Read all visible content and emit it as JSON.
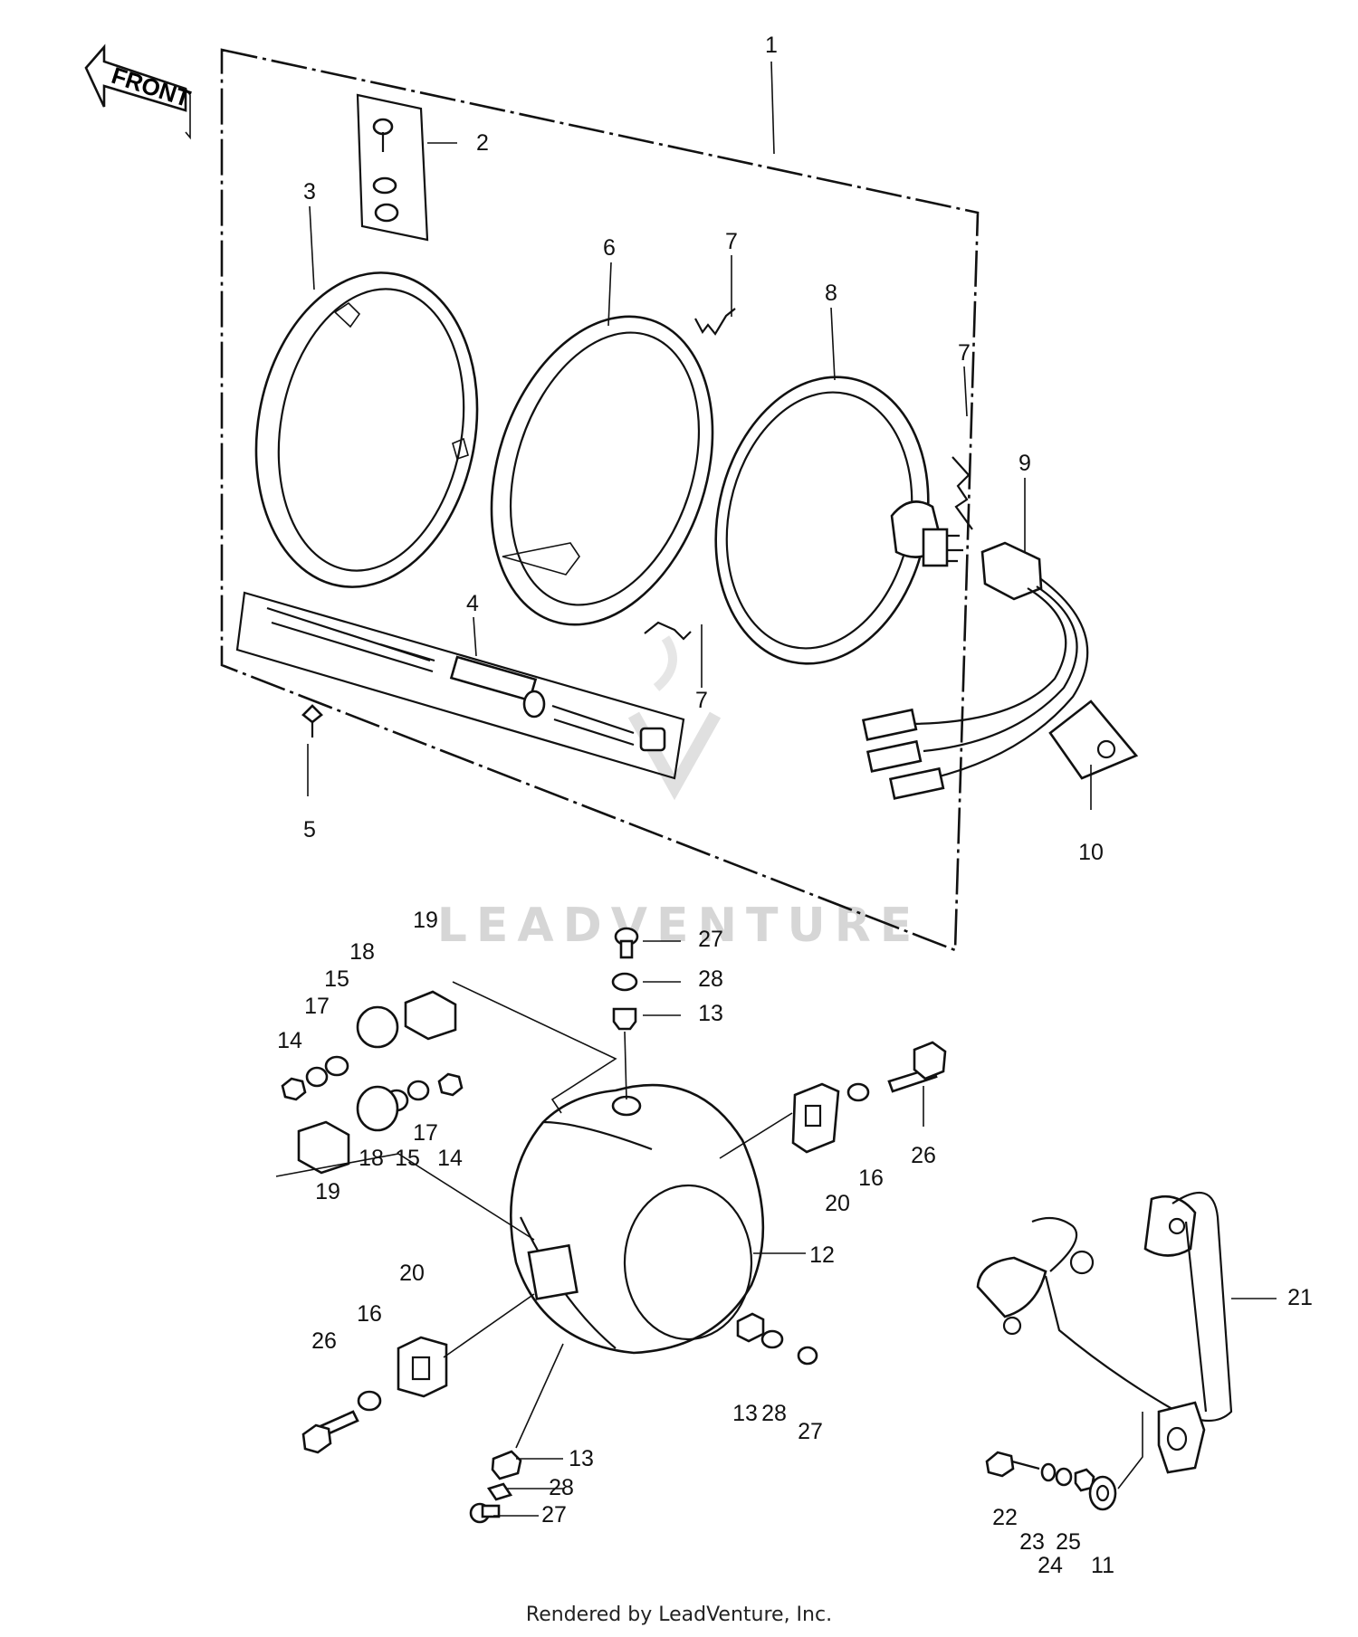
{
  "watermark": "LEADVENTURE",
  "front_arrow": "FRONT",
  "footer": "Rendered by LeadVenture, Inc.",
  "callouts": {
    "c1": "1",
    "c2": "2",
    "c3": "3",
    "c4": "4",
    "c5": "5",
    "c6": "6",
    "c7a": "7",
    "c7b": "7",
    "c7c": "7",
    "c8": "8",
    "c9": "9",
    "c10": "10",
    "c11": "11",
    "c12": "12",
    "c13a": "13",
    "c13b": "13",
    "c13c": "13",
    "c14a": "14",
    "c14b": "14",
    "c15a": "15",
    "c15b": "15",
    "c16a": "16",
    "c16b": "16",
    "c17a": "17",
    "c17b": "17",
    "c18a": "18",
    "c18b": "18",
    "c19a": "19",
    "c19b": "19",
    "c20a": "20",
    "c20b": "20",
    "c21": "21",
    "c22": "22",
    "c23": "23",
    "c24": "24",
    "c25": "25",
    "c26a": "26",
    "c26b": "26",
    "c27a": "27",
    "c27b": "27",
    "c27c": "27",
    "c28a": "28",
    "c28b": "28",
    "c28c": "28"
  }
}
